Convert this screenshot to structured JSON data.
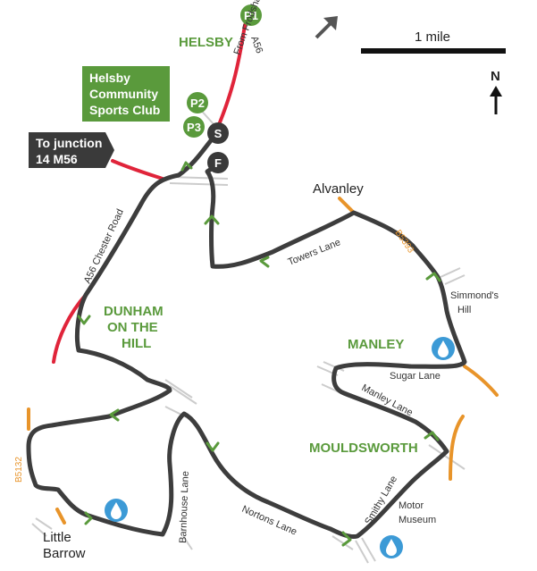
{
  "places": {
    "helsby": "HELSBY",
    "dunham_line1": "DUNHAM",
    "dunham_line2": "ON THE",
    "dunham_line3": "HILL",
    "manley": "MANLEY",
    "mouldsworth": "MOULDSWORTH",
    "alvanley": "Alvanley",
    "little_barrow_line1": "Little",
    "little_barrow_line2": "Barrow"
  },
  "roads": {
    "a56_from_frodsham_line1": "A56",
    "a56_from_frodsham_line2": "From Frodsham",
    "a56_chester_road": "A56 Chester Road",
    "towers_lane": "Towers Lane",
    "b5393": "B5393",
    "simmonds_hill_line1": "Simmond's",
    "simmonds_hill_line2": "Hill",
    "sugar_lane": "Sugar Lane",
    "manley_lane": "Manley Lane",
    "b5132": "B5132",
    "barnhouse_lane": "Barnhouse Lane",
    "nortons_lane": "Nortons Lane",
    "smithy_lane": "Smithy Lane",
    "motor_museum_line1": "Motor",
    "motor_museum_line2": "Museum"
  },
  "boxes": {
    "sports_club_line1": "Helsby",
    "sports_club_line2": "Community",
    "sports_club_line3": "Sports Club",
    "junction_line1": "To junction",
    "junction_line2": "14 M56"
  },
  "markers": {
    "p1": "P1",
    "p2": "P2",
    "p3": "P3",
    "start": "S",
    "finish": "F"
  },
  "scale": {
    "label": "1 mile"
  },
  "north": {
    "label": "N"
  },
  "icons": {
    "water": "water-drop-icon",
    "direction": "direction-arrow-icon"
  },
  "colors": {
    "route": "#3d3d3d",
    "a_road": "#e0243a",
    "b_road": "#e8942a",
    "green": "#5a9a3c",
    "water": "#3c9ad6",
    "minor_road": "#cccccc",
    "dark_box": "#3a3a3a"
  }
}
